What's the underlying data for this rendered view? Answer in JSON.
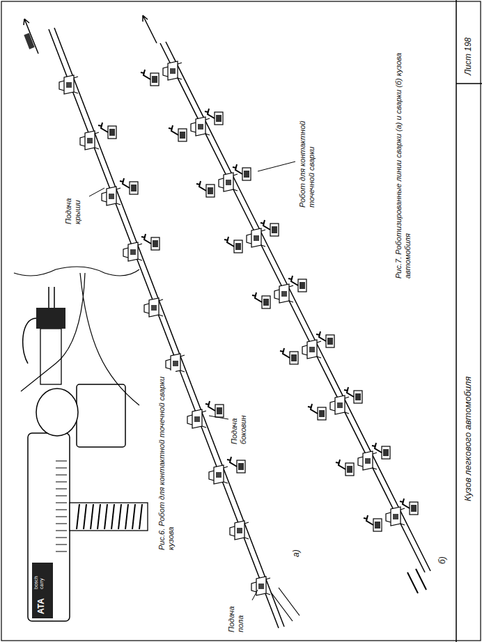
{
  "diagram": {
    "title": "Кузов легкового автомобиля",
    "labels": [
      "Лист 198",
      "Рис.6. Робот для контактной точечной сварки кузова",
      "ATA",
      "bosch carry",
      "Подача крыши",
      "Подача боковин",
      "Робот для контактной точечной сварки",
      "Рис.7. Роботизированные линии сварки (а) и сварки (б) кузова автомобиля",
      "а)",
      "б)",
      "Подача пола"
    ]
  }
}
